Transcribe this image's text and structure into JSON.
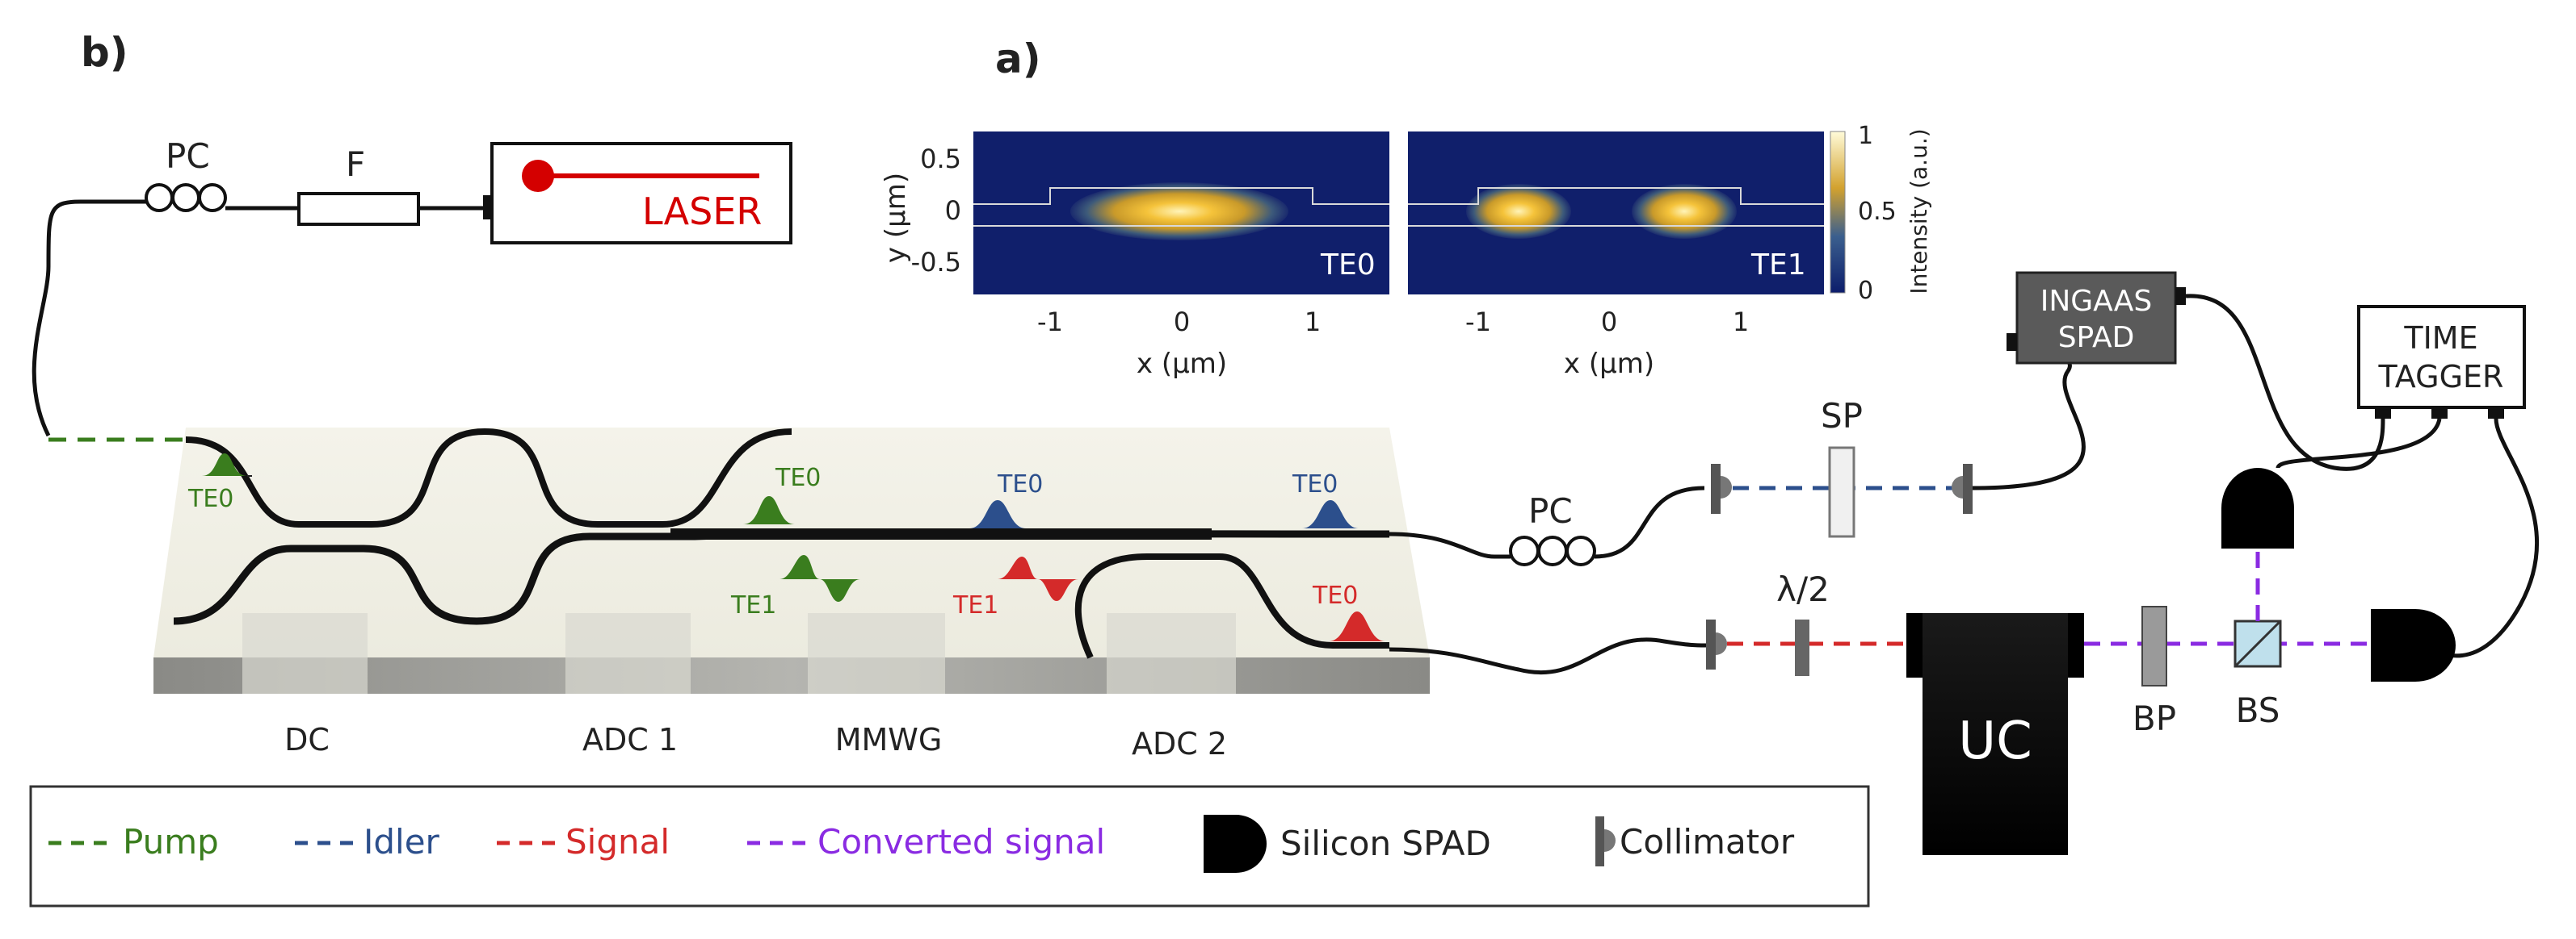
{
  "panels": {
    "b": "b)",
    "a": "a)"
  },
  "top_components": {
    "pc": "PC",
    "filter": "F",
    "laser": "LASER"
  },
  "mode_plots": {
    "y_axis_label": "y (μm)",
    "x_axis_label": "x (μm)",
    "y_ticks": [
      "0.5",
      "0",
      "-0.5"
    ],
    "x_ticks": [
      "-1",
      "0",
      "1"
    ],
    "left_label": "TE0",
    "right_label": "TE1",
    "colorbar_label": "Intensity (a.u.)",
    "colorbar_ticks": [
      "1",
      "0.5",
      "0"
    ]
  },
  "chip": {
    "mode_labels": {
      "te0_pump": "TE0",
      "te0_top": "TE0",
      "te1_a": "TE1",
      "te0_idler": "TE0",
      "te1_signal": "TE1",
      "te0_out_idler": "TE0",
      "te0_out_signal": "TE0"
    },
    "sections": [
      "DC",
      "ADC 1",
      "MMWG",
      "ADC 2"
    ]
  },
  "right_components": {
    "ingaas_line1": "INGAAS",
    "ingaas_line2": "SPAD",
    "time_line1": "TIME",
    "time_line2": "TAGGER",
    "sp": "SP",
    "pc": "PC",
    "half_wave": "λ/2",
    "uc": "UC",
    "bp": "BP",
    "bs": "BS"
  },
  "legend": {
    "pump": "Pump",
    "idler": "Idler",
    "signal": "Signal",
    "converted": "Converted signal",
    "spad": "Silicon SPAD",
    "collimator": "Collimator"
  },
  "colors": {
    "pump": "#3a7d1e",
    "idler": "#2c4f8c",
    "signal": "#d42a2a",
    "converted": "#8a2be2",
    "laser": "#d40000",
    "ink": "#111111"
  }
}
